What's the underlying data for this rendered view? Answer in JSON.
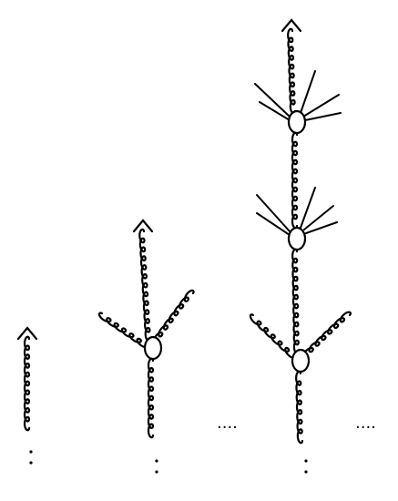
{
  "diagram": {
    "stages": [
      {
        "id": "stage-1",
        "vertices": 0
      },
      {
        "id": "stage-2",
        "vertices": 1
      },
      {
        "id": "stage-3",
        "vertices": 3
      }
    ],
    "ellipses": [
      "....",
      "...."
    ],
    "trailing_ellipsis": ":",
    "colors": {
      "ink": "#000000",
      "background": "#ffffff"
    }
  }
}
